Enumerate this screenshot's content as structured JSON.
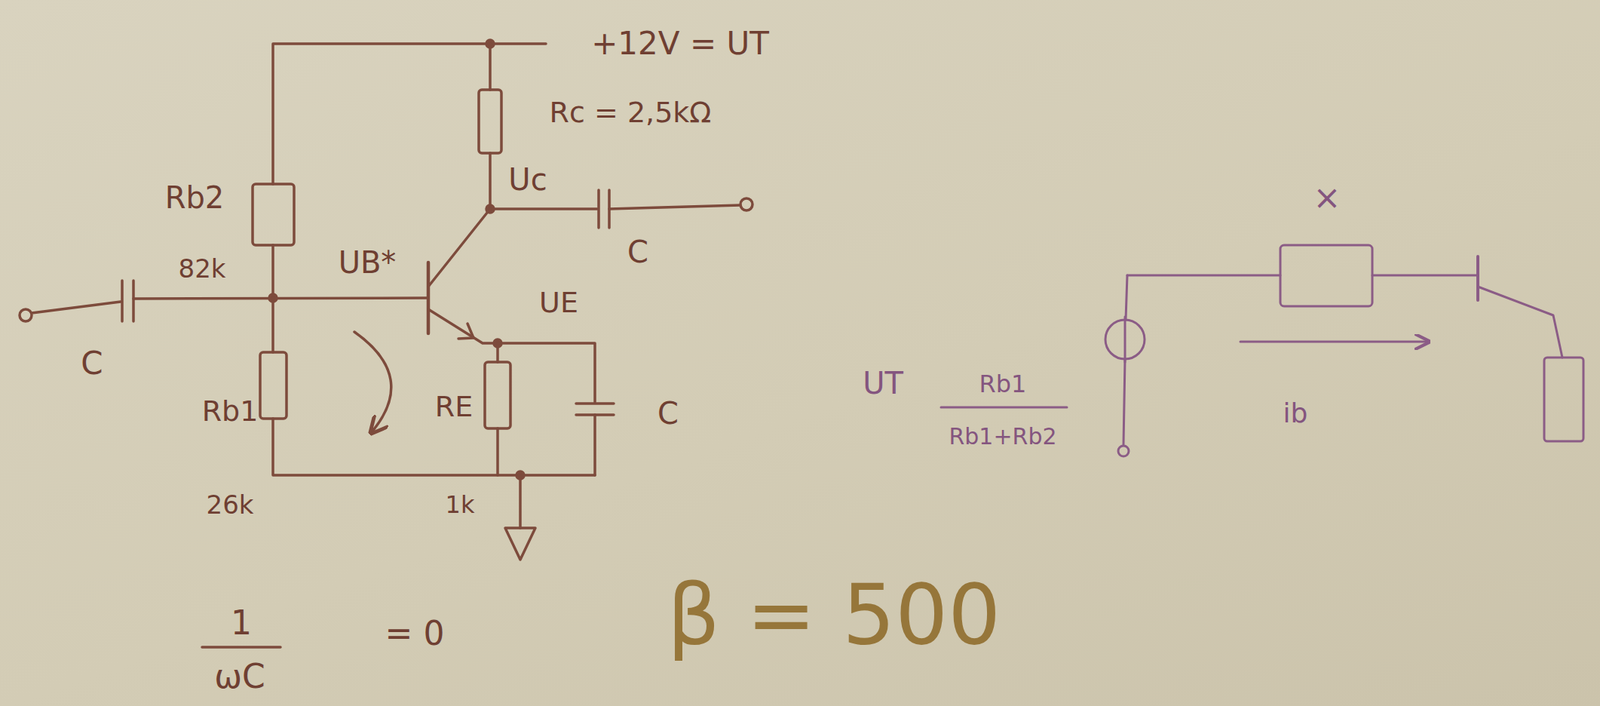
{
  "diagram": {
    "labels": [
      "+12V = UT",
      "Rc = 2,5kΩ",
      "Uc",
      "C",
      "Rb2",
      "82k",
      "UB*",
      "C",
      "Rb1",
      "26k",
      "RE",
      "1k",
      "UE",
      "C",
      "1",
      "ωC",
      "= 0",
      "β = 500",
      "×",
      "UT",
      "Rb1",
      "Rb1+Rb2",
      "ib"
    ]
  }
}
